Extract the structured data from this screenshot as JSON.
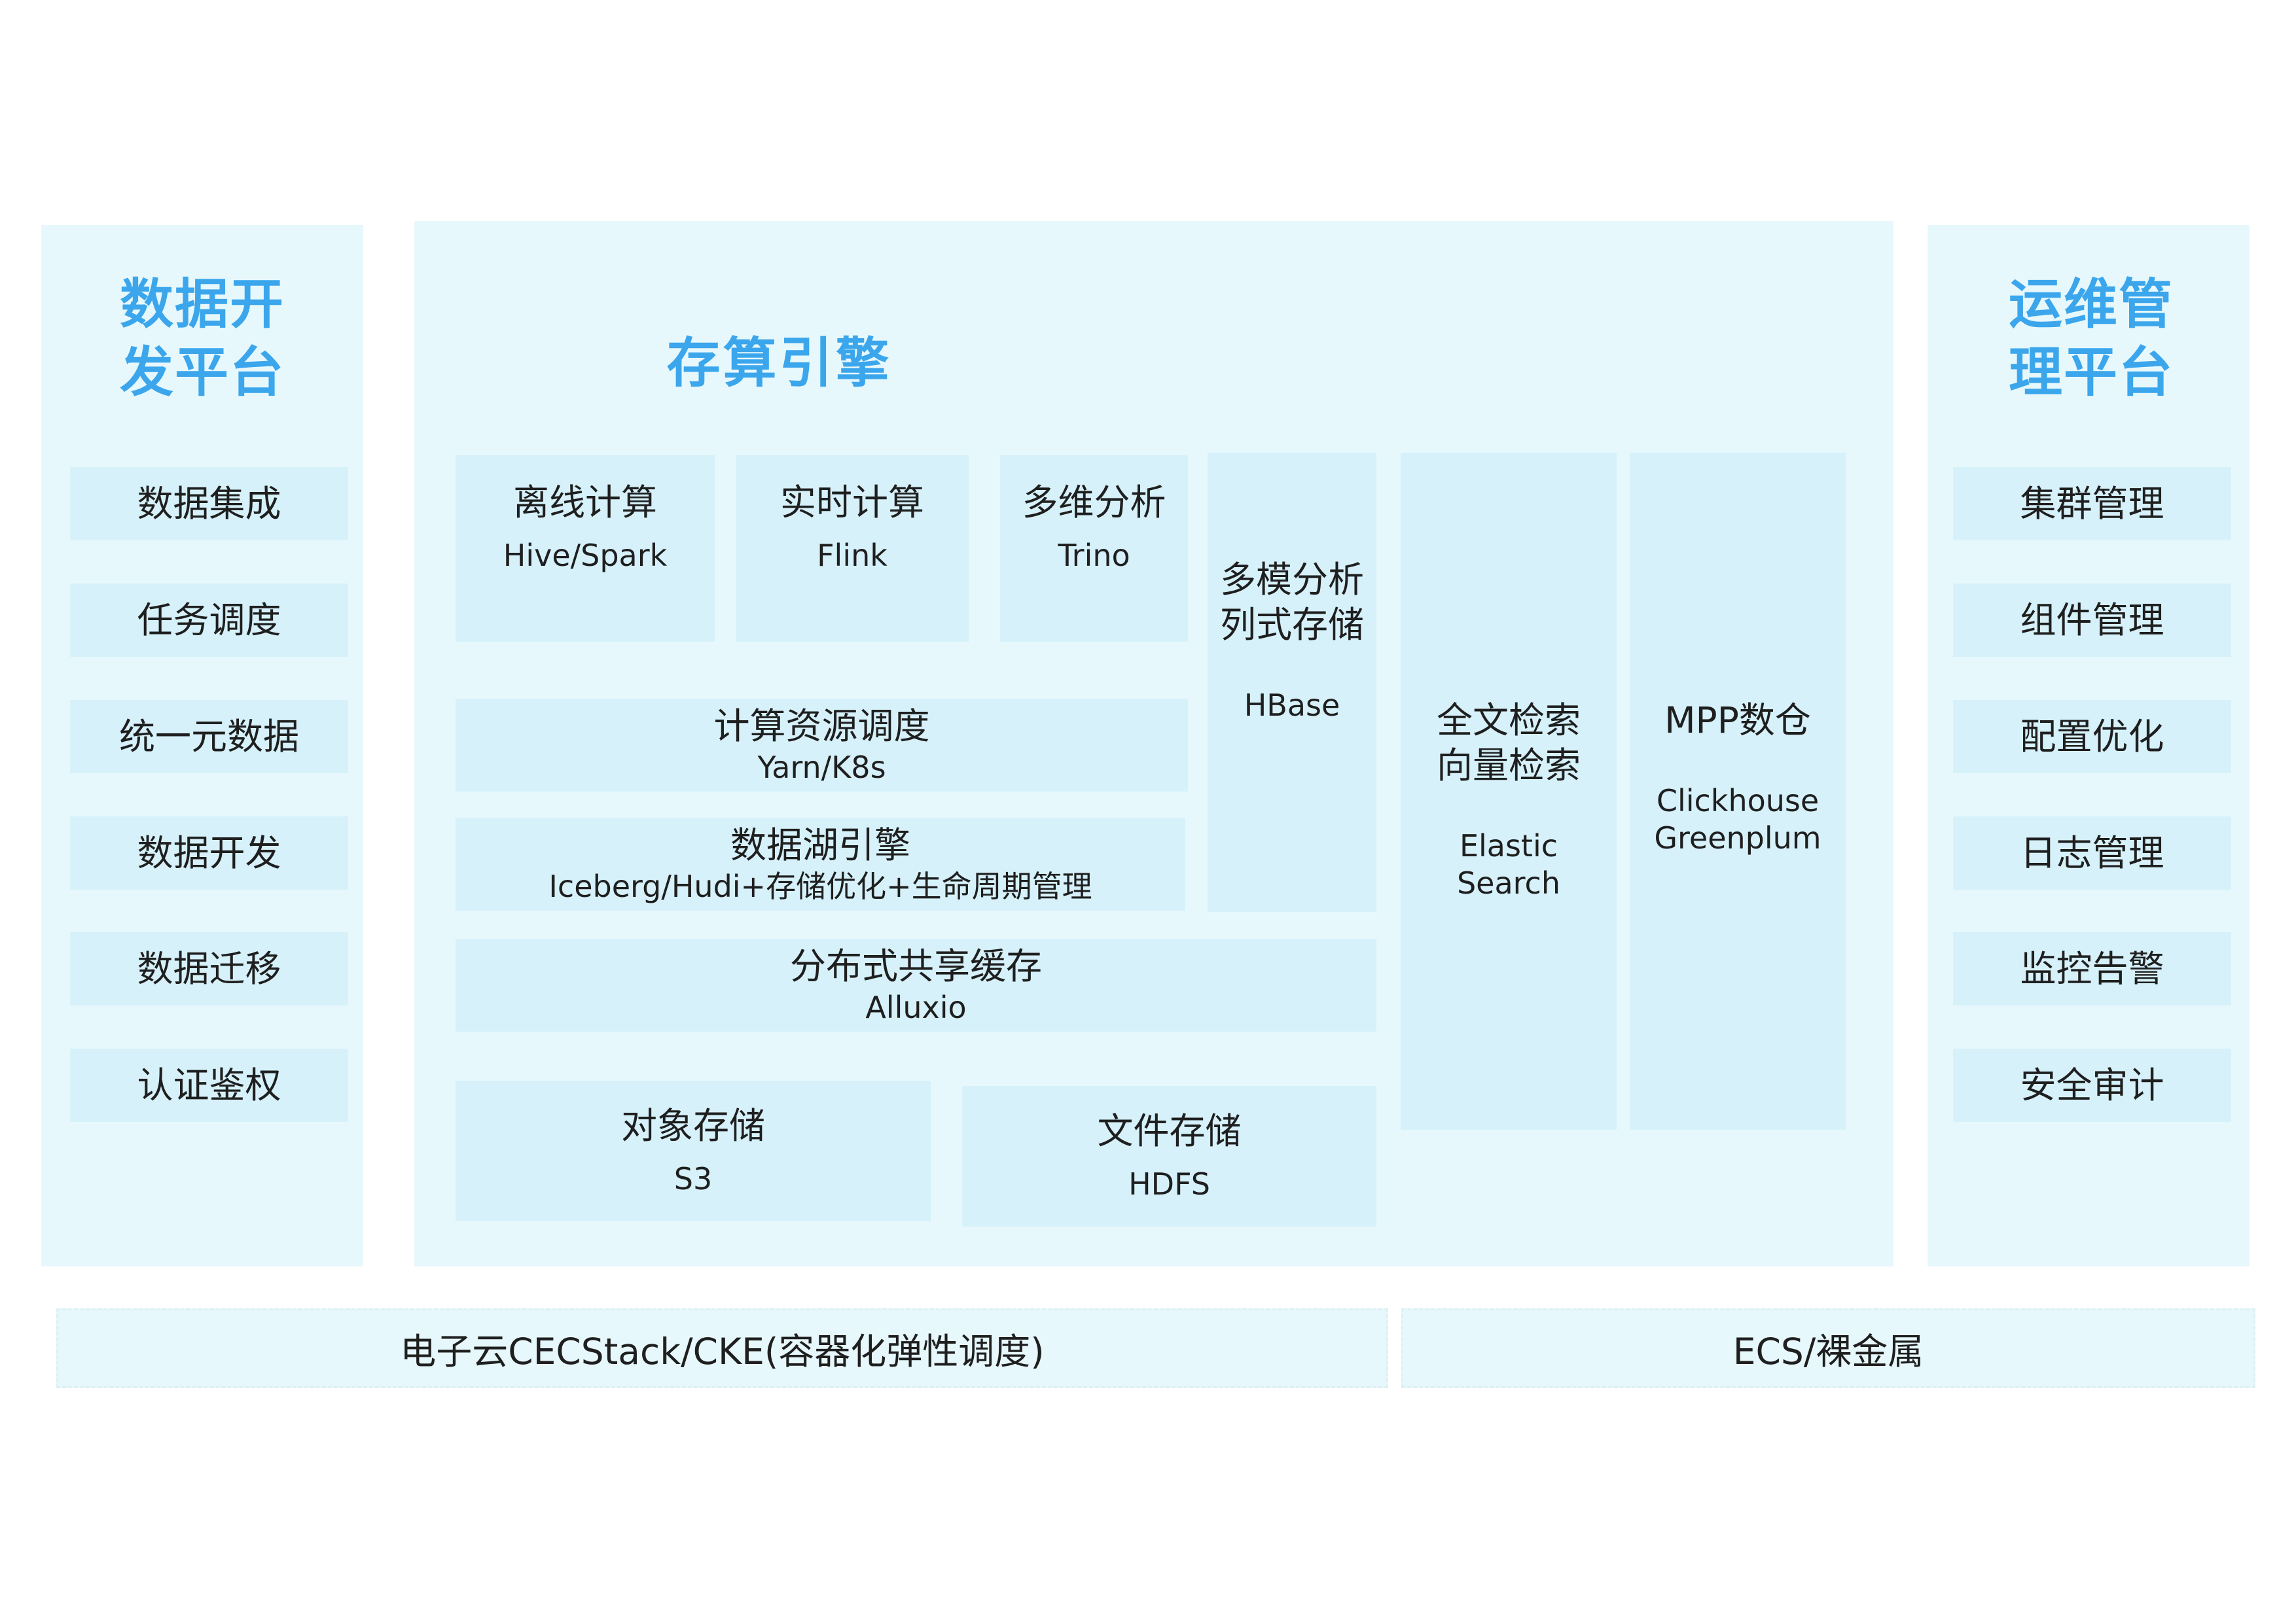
{
  "left_panel": {
    "title_line1": "数据开",
    "title_line2": "发平台",
    "items": [
      "数据集成",
      "任务调度",
      "统一元数据",
      "数据开发",
      "数据迁移",
      "认证鉴权"
    ]
  },
  "center_panel": {
    "title": "存算引擎",
    "offline": {
      "title": "离线计算",
      "sub": "Hive/Spark"
    },
    "realtime": {
      "title": "实时计算",
      "sub": "Flink"
    },
    "multidim": {
      "title": "多维分析",
      "sub": "Trino"
    },
    "hbase": {
      "title_line1": "多模分析",
      "title_line2": "列式存储",
      "sub": "HBase"
    },
    "search": {
      "title_line1": "全文检索",
      "title_line2": "向量检索",
      "sub_line1": "Elastic",
      "sub_line2": "Search"
    },
    "mpp": {
      "title": "MPP数仓",
      "sub_line1": "Clickhouse",
      "sub_line2": "Greenplum"
    },
    "resource": {
      "title": "计算资源调度",
      "sub": "Yarn/K8s"
    },
    "lake": {
      "title": "数据湖引擎",
      "sub": "Iceberg/Hudi+存储优化+生命周期管理"
    },
    "cache": {
      "title": "分布式共享缓存",
      "sub": "Alluxio"
    },
    "object": {
      "title": "对象存储",
      "sub": "S3"
    },
    "file": {
      "title": "文件存储",
      "sub": "HDFS"
    }
  },
  "right_panel": {
    "title_line1": "运维管",
    "title_line2": "理平台",
    "items": [
      "集群管理",
      "组件管理",
      "配置优化",
      "日志管理",
      "监控告警",
      "安全审计"
    ]
  },
  "bottom": {
    "container": "电子云CECStack/CKE(容器化弹性调度)",
    "ecs": "ECS/裸金属"
  },
  "colors": {
    "title_blue": "#3ba6ec",
    "panel_bg": "#e7f8fc",
    "box_bg": "#d6f1fa"
  }
}
